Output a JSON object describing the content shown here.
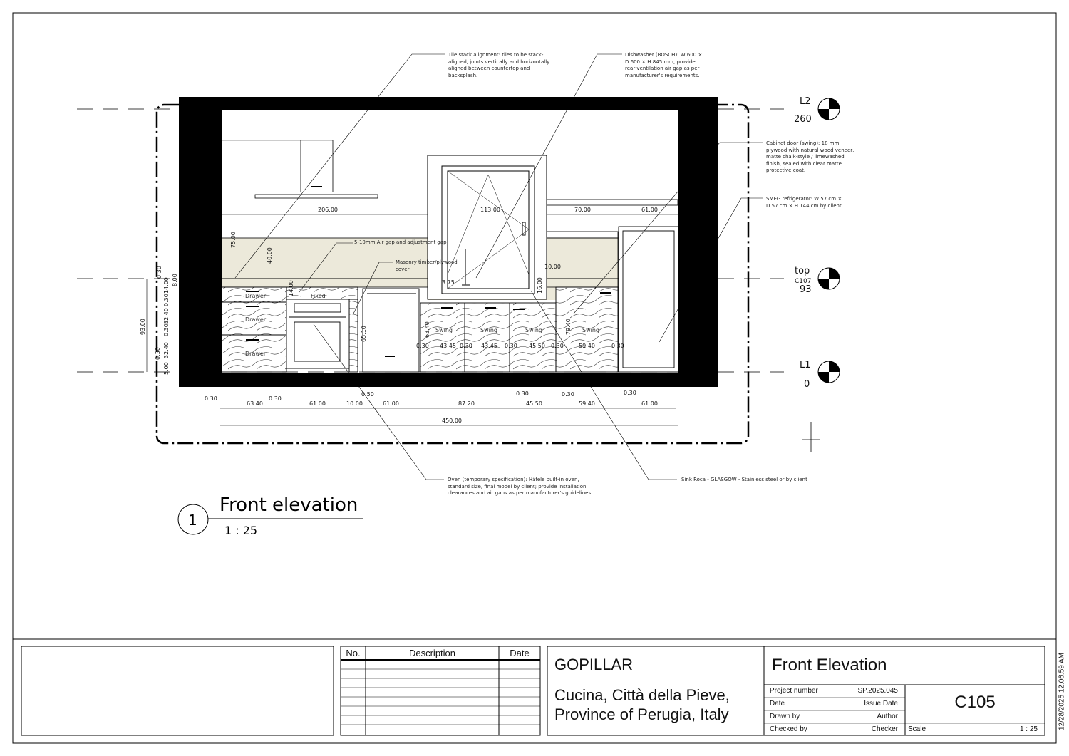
{
  "drawing": {
    "title": "Front elevation",
    "number": "1",
    "scale": "1 : 25",
    "levels": [
      {
        "name": "L2",
        "value": "260"
      },
      {
        "name": "top",
        "ref": "C107",
        "value": "93"
      },
      {
        "name": "L1",
        "value": "0"
      }
    ],
    "notes": {
      "tile": "Tile stack alignment: tiles to be stack-aligned, joints vertically and horizontally aligned between countertop and backsplash.",
      "dishwasher": "Dishwasher (BOSCH): W 600 × D 600 × H 845 mm, provide rear ventilation air gap as per manufacturer's requirements.",
      "cabinet_door": "Cabinet door (swing): 18 mm plywood with natural wood veneer, matte chalk-style / limewashed finish, sealed with clear matte protective coat.",
      "fridge": "SMEG refrigerator: W 57 cm × D 57 cm × H 144 cm by client",
      "air_gap": "5-10mm Air gap and adjustment gap",
      "masonry": "Masonry timber/plywood cover",
      "oven": "Oven (temporary specification): Häfele built-in oven, standard size, final model by client; provide installation clearances and air gaps as per manufacturer's guidelines.",
      "sink": "Sink Roca - GLASGOW - Stainless steel or by client"
    },
    "labels": {
      "drawer": "Drawer",
      "fixed": "Fixed",
      "swing": "Swing"
    },
    "dims": {
      "top_row": [
        "206.00",
        "113.00",
        "70.00",
        "61.00"
      ],
      "backsplash_75": "75.00",
      "backsplash_40": "40.00",
      "sill_10": "10.00",
      "sill_16": "16.00",
      "faucet": "3.75",
      "dw_height": "65.10",
      "swing_height": "63.40",
      "right_height": "79.40",
      "swing_widths": [
        "0.30",
        "43.45",
        "0.30",
        "43.45",
        "0.30",
        "45.50",
        "0.30",
        "59.40",
        "0.30"
      ],
      "left_vertical": [
        "0.30",
        "14.00",
        "8.00",
        "0.30",
        "32.40",
        "0.30",
        "32.40",
        "0.30",
        "5.00"
      ],
      "total_height": "93.00",
      "small": "0.30",
      "oven_14": "14.00",
      "bottom_row": [
        "63.40",
        "61.00",
        "10.00",
        "61.00",
        "87.20",
        "45.50",
        "59.40",
        "61.00"
      ],
      "bottom_gaps": [
        "0.30",
        "0.30",
        "0.50",
        "0.30",
        "0.30",
        "0.30"
      ],
      "total_width": "450.00"
    }
  },
  "revisions": {
    "headers": [
      "No.",
      "Description",
      "Date"
    ],
    "rows": []
  },
  "title_block": {
    "company": "GOPILLAR",
    "project": "Cucina, Città della Pieve, Province of Perugia, Italy",
    "sheet_name": "Front Elevation",
    "sheet_number": "C105",
    "fields": [
      {
        "label": "Project number",
        "value": "SP.2025.045"
      },
      {
        "label": "Date",
        "value": "Issue Date"
      },
      {
        "label": "Drawn by",
        "value": "Author"
      },
      {
        "label": "Checked by",
        "value": "Checker"
      }
    ],
    "scale_label": "Scale",
    "scale_value": "1 : 25",
    "timestamp": "12/28/2025 12:06:59 AM"
  },
  "colors": {
    "backsplash": "#ece9da",
    "wall": "#000000"
  }
}
